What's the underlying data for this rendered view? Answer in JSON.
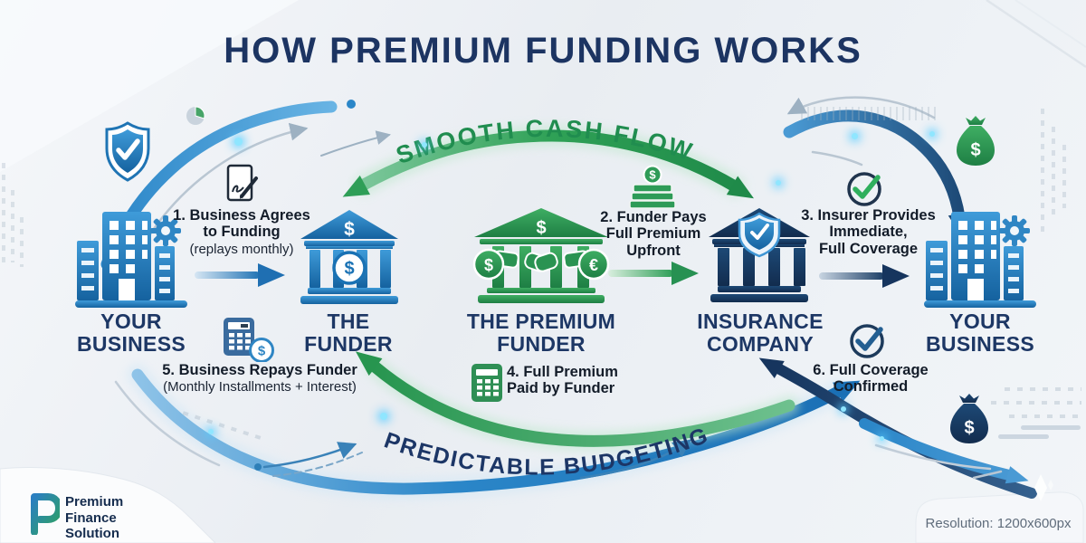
{
  "title": "HOW PREMIUM FUNDING WORKS",
  "flow_labels": {
    "top": "SMOOTH CASH FLOW",
    "bottom": "PREDICTABLE BUDGETING"
  },
  "entities": [
    {
      "id": "your-business-left",
      "lines": [
        "YOUR",
        "BUSINESS"
      ]
    },
    {
      "id": "the-funder",
      "lines": [
        "THE",
        "FUNDER"
      ]
    },
    {
      "id": "the-premium-funder",
      "lines": [
        "THE PREMIUM",
        "FUNDER"
      ]
    },
    {
      "id": "insurance-company",
      "lines": [
        "INSURANCE",
        "COMPANY"
      ]
    },
    {
      "id": "your-business-right",
      "lines": [
        "YOUR",
        "BUSINESS"
      ]
    }
  ],
  "steps": [
    {
      "lines": [
        "1. Business Agrees",
        "to Funding"
      ],
      "note": "(replays monthly)"
    },
    {
      "lines": [
        "2. Funder Pays",
        "Full Premium",
        "Upfront"
      ]
    },
    {
      "lines": [
        "3. Insurer Provides",
        "Immediate,",
        "Full Coverage"
      ]
    },
    {
      "lines": [
        "4. Full Premium",
        "Paid by Funder"
      ]
    },
    {
      "lines": [
        "5. Business Repays Funder"
      ],
      "note": "(Monthly Installments + Interest)"
    },
    {
      "lines": [
        "6. Full Coverage",
        "Confirmed"
      ]
    }
  ],
  "currency": {
    "dollar": "$",
    "euro": "€"
  },
  "logo": {
    "lines": [
      "Premium",
      "Finance",
      "Solution"
    ]
  },
  "footer": {
    "resolution_label": "Resolution: 1200x600px"
  },
  "icons": {
    "shield-check-icon": "shield with checkmark",
    "pie-chart-icon": "pie chart",
    "signature-document-icon": "signed agreement with pen",
    "buildings-gear-icon": "office buildings with gear",
    "bank-dollar-icon": "bank with dollar sign",
    "bank-handshake-icon": "bank with handshake and currency coins",
    "bank-shield-icon": "bank with shield checkmark",
    "money-stack-icon": "cash stack with dollar coin",
    "check-circle-green-icon": "circled green checkmark",
    "check-circle-navy-icon": "circled navy checkmark",
    "calculator-green-icon": "calculator",
    "calculator-dollar-icon": "calculator with dollar coin",
    "money-bag-green-icon": "money bag with dollar sign",
    "money-bag-navy-icon": "money bag with dollar sign",
    "sparkle-icon": "diamond sparkle",
    "logo-p-icon": "stylized P logo"
  },
  "colors": {
    "navy": "#1c3462",
    "blue": "#2b86c8",
    "blue_dark": "#15629f",
    "green": "#2e9e57",
    "green_dark": "#1f8a49",
    "text_dark": "#131c29",
    "background": "#eef1f5"
  }
}
